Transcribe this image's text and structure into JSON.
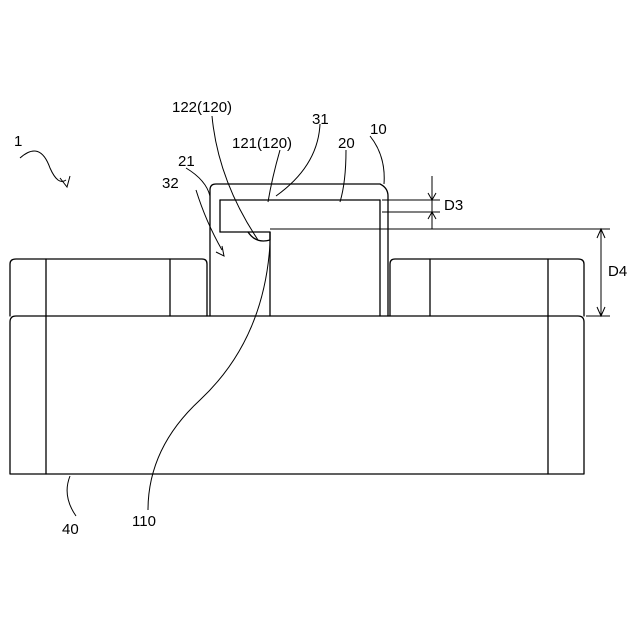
{
  "diagram": {
    "labels": {
      "device": "1",
      "part_122": "122(120)",
      "part_121": "121(120)",
      "part_31": "31",
      "part_20": "20",
      "part_10": "10",
      "part_21": "21",
      "part_32": "32",
      "dim_d3": "D3",
      "dim_d4": "D4",
      "part_40": "40",
      "part_110": "110"
    }
  }
}
